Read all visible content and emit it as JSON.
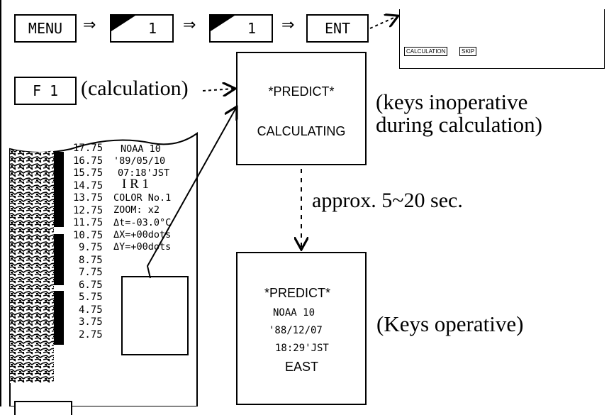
{
  "keys": {
    "menu": "MENU",
    "one_a": "1",
    "one_b": "1",
    "ent": "ENT",
    "f1": "F 1"
  },
  "arrows": {
    "a1": "⇒",
    "a2": "⇒",
    "a3": "⇒"
  },
  "lcd": {
    "calculation_tag": "CALCULATION",
    "skip_tag": "SKIP"
  },
  "calc_label": "(calculation)",
  "predict_box": {
    "title": "*PREDICT*",
    "status": "CALCULATING"
  },
  "keys_inoperative": [
    "(keys inoperative",
    "during calculation)"
  ],
  "approx_label": "approx. 5~20 sec.",
  "result_box": {
    "title": "*PREDICT*",
    "satellite": "NOAA 10",
    "date": "'88/12/07",
    "time": "18:29'JST",
    "direction": "EAST"
  },
  "keys_operative": "(Keys operative)",
  "screen": {
    "scale": [
      "17.75",
      "16.75",
      "15.75",
      "14.75",
      "13.75",
      "12.75",
      "11.75",
      "10.75",
      "9.75",
      "8.75",
      "7.75",
      "6.75",
      "5.75",
      "4.75",
      "3.75",
      "2.75"
    ],
    "info": [
      "NOAA 10",
      "'89/05/10",
      "07:18'JST",
      "I R 1",
      "COLOR No.1",
      "ZOOM: x2",
      "Δt=-03.0°C",
      "ΔX=+00dots",
      "ΔY=+00dots"
    ]
  }
}
